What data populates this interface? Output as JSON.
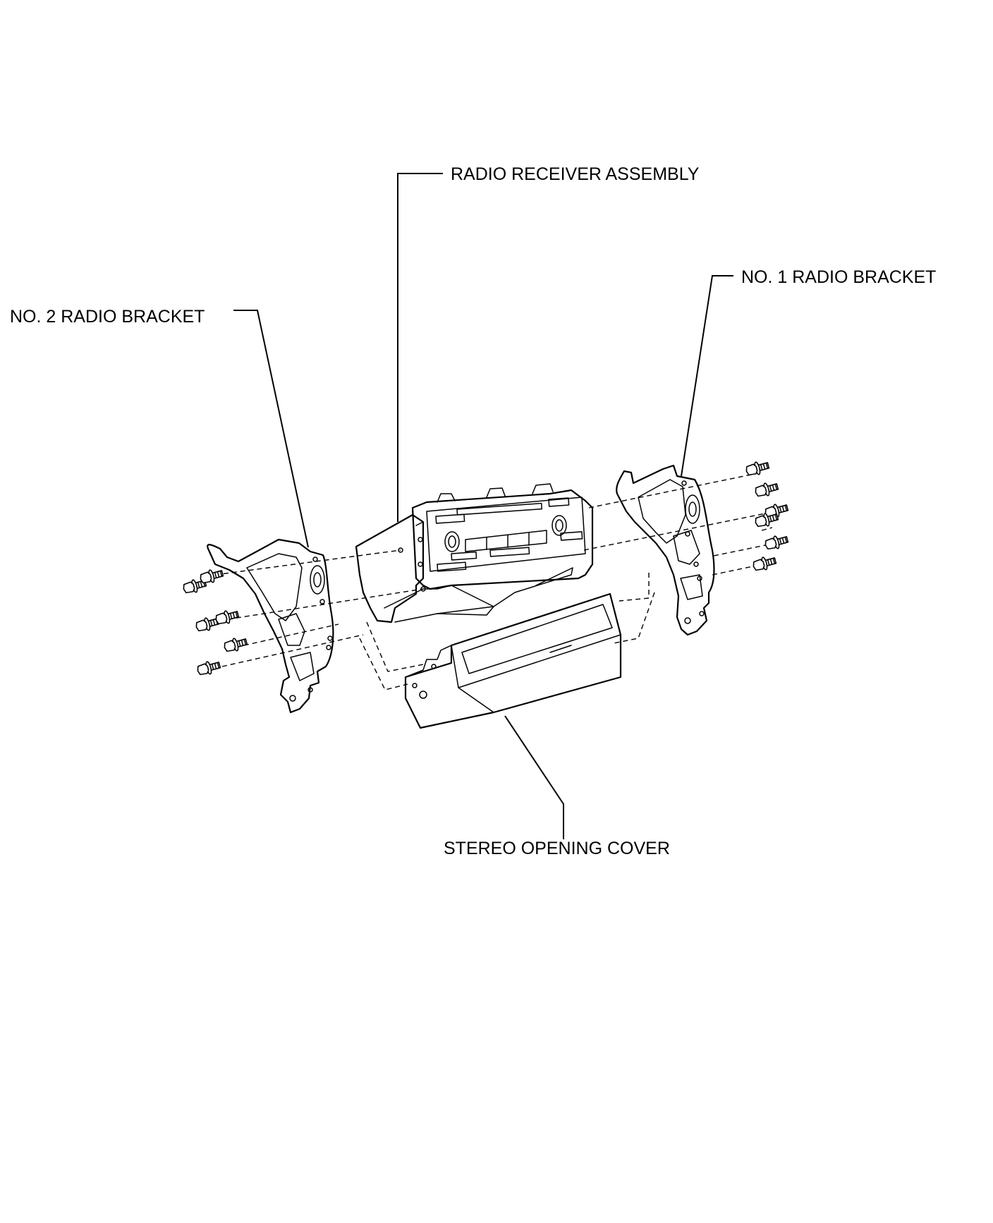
{
  "labels": {
    "radio_receiver": "RADIO RECEIVER ASSEMBLY",
    "no1_bracket": "NO. 1 RADIO BRACKET",
    "no2_bracket": "NO. 2 RADIO BRACKET",
    "stereo_cover": "STEREO OPENING COVER"
  },
  "icons": {
    "bolt": "bolt-icon",
    "bracket": "bracket-icon",
    "receiver": "radio-receiver-icon",
    "cover": "stereo-cover-icon"
  },
  "colors": {
    "line": "#000000",
    "background": "#ffffff"
  }
}
